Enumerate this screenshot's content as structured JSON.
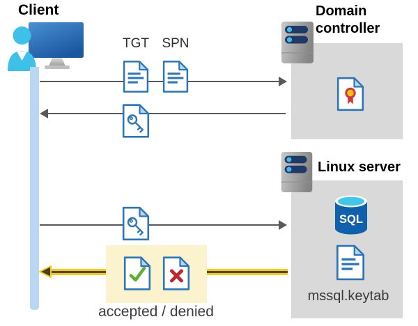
{
  "client": {
    "title": "Client",
    "icons": [
      "user-icon",
      "monitor-icon",
      "client-lifeline"
    ]
  },
  "domain_controller": {
    "title": "Domain controller",
    "icons": [
      "server-icon",
      "certificate-doc-icon"
    ]
  },
  "linux_server": {
    "title": "Linux server",
    "sql_badge": "SQL",
    "keytab_label": "mssql.keytab",
    "icons": [
      "server-icon",
      "sql-database-icon",
      "keytab-doc-icon"
    ]
  },
  "flows": {
    "tgt_label": "TGT",
    "spn_label": "SPN",
    "result_label": "accepted / denied",
    "arrows": [
      {
        "name": "arrow-tgt-spn-request",
        "from": "client",
        "to": "domain-controller",
        "direction": "right"
      },
      {
        "name": "arrow-ticket-response",
        "from": "domain-controller",
        "to": "client",
        "direction": "left"
      },
      {
        "name": "arrow-ticket-to-linux",
        "from": "client",
        "to": "linux-server",
        "direction": "right"
      },
      {
        "name": "arrow-result-response",
        "from": "linux-server",
        "to": "client",
        "direction": "left",
        "highlighted": true
      }
    ]
  },
  "colors": {
    "doc_blue": "#2e75b6",
    "doc_fold_blue": "#b8d4ef",
    "panel_gray": "#d9d9d9",
    "lifeline_blue": "#b9d7f2",
    "arrow_gray": "#58595b",
    "highlight_box_yellow": "#fbf3ce",
    "accent_yellow": "#ffc914",
    "check_green": "#62ae3a",
    "cross_red": "#b9292f",
    "cert_red": "#ce3a3c",
    "cert_gold": "#ffc216",
    "sql_body_blue": "#1160ac",
    "sql_top_cyan": "#45c6e9",
    "person_cyan": "#3fc0e9",
    "server_bar_navy": "#203a66"
  }
}
